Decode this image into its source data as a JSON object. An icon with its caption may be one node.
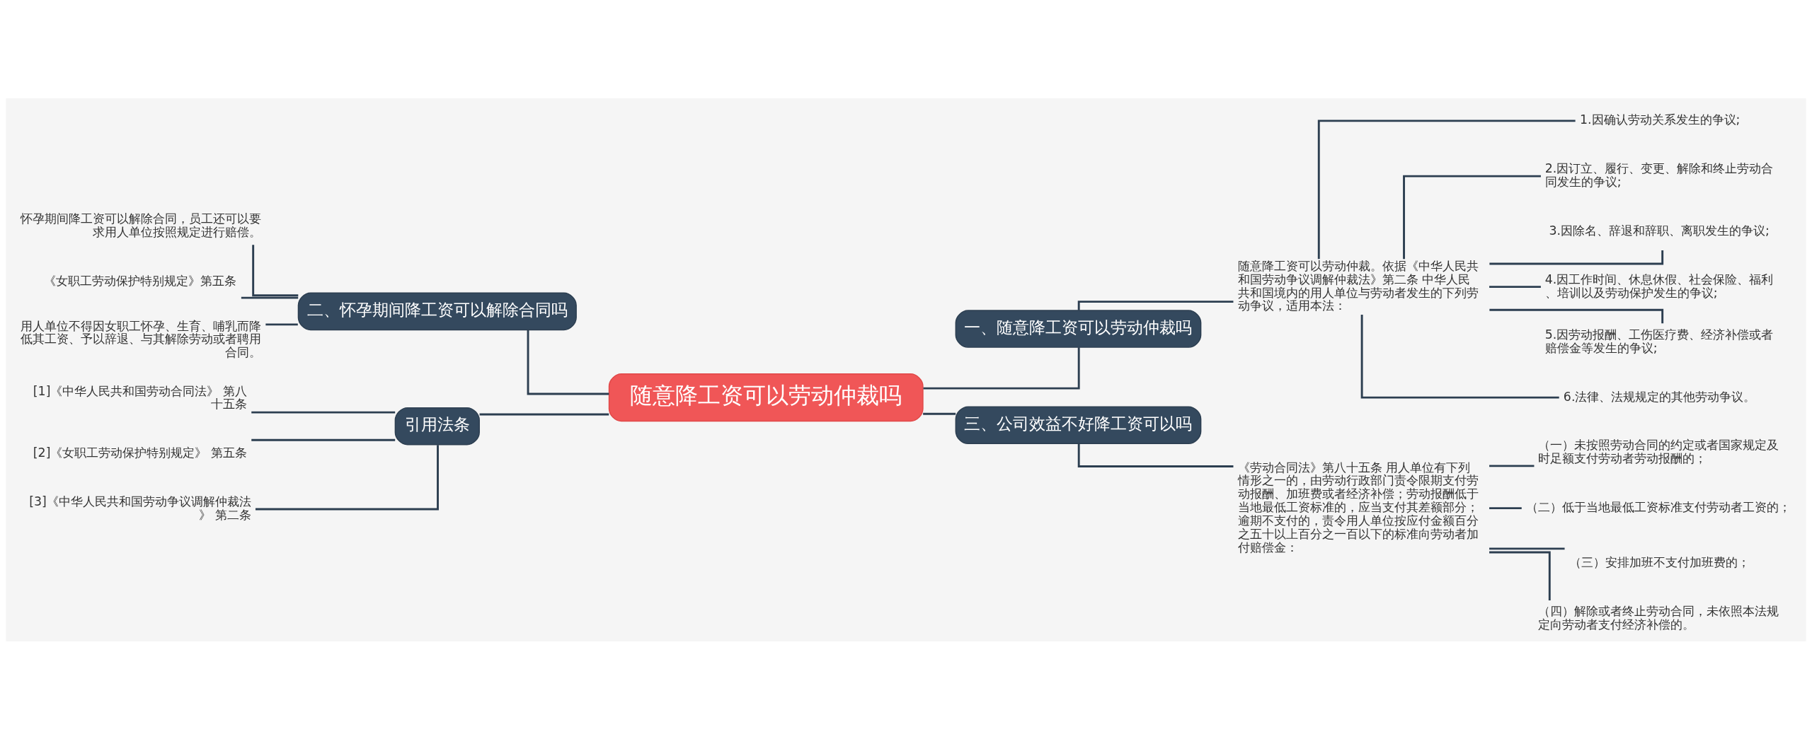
{
  "diagram": {
    "nodes": [
      {
        "text": [
          "随意降工资可以劳动仲裁吗"
        ]
      },
      {
        "text": [
          "二、怀孕期间降工资可以解除合同吗"
        ]
      },
      {
        "text": [
          "怀孕期间降工资可以解除合同，员工还可以要求用人单位按照规定进行赔偿。"
        ]
      },
      {
        "text": [
          "《女职工劳动保护特别规定》第五条"
        ]
      },
      {
        "text": [
          "用人单位不得因女职工怀孕、生育、哺乳而降低其工资、予以辞退、与其解除劳动或者聘用合同。"
        ]
      },
      {
        "text": [
          "引用法条"
        ]
      },
      {
        "text": [
          "[1]《中华人民共和国劳动合同法》 第八十五条"
        ]
      },
      {
        "text": [
          "[2]《女职工劳动保护特别规定》 第五条"
        ]
      },
      {
        "text": [
          "[3]《中华人民共和国劳动争议调解仲裁法》 第二条"
        ]
      },
      {
        "text": [
          "一、随意降工资可以劳动仲裁吗"
        ]
      },
      {
        "text": [
          "随意降工资可以劳动仲裁。依据《中华人民共和国劳动争议调解仲裁法》第二条 中华人民共和国境内的用人单位与劳动者发生的下列劳动争议，适用本法："
        ]
      },
      {
        "text": [
          "1.因确认劳动关系发生的争议;"
        ]
      },
      {
        "text": [
          "2.因订立、履行、变更、解除和终止劳动合同发生的争议;"
        ]
      },
      {
        "text": [
          "3.因除名、辞退和辞职、离职发生的争议;"
        ]
      },
      {
        "text": [
          "4.因工作时间、休息休假、社会保险、福利、培训以及劳动保护发生的争议;"
        ]
      },
      {
        "text": [
          "5.因劳动报酬、工伤医疗费、经济补偿或者赔偿金等发生的争议;"
        ]
      },
      {
        "text": [
          "6.法律、法规规定的其他劳动争议。"
        ]
      },
      {
        "text": [
          "三、公司效益不好降工资可以吗"
        ]
      },
      {
        "text": [
          "《劳动合同法》第八十五条 用人单位有下列情形之一的，由劳动行政部门责令限期支付劳动报酬、加班费或者经济补偿；劳动报酬低于当地最低工资标准的，应当支付其差额部分；逾期不支付的，责令用人单位按应付金额百分之五十以上百分之一百以下的标准向劳动者加付赔偿金："
        ]
      },
      {
        "text": [
          "（一）未按照劳动合同的约定或者国家规定及时足额支付劳动者劳动报酬的；"
        ]
      },
      {
        "text": [
          "（二）低于当地最低工资标准支付劳动者工资的；"
        ]
      },
      {
        "text": [
          "（三）安排加班不支付加班费的；"
        ]
      },
      {
        "text": [
          "（四）解除或者终止劳动合同，未依照本法规定向劳动者支付经济补偿的。"
        ]
      }
    ],
    "edges": [
      {
        "from": 0,
        "to": 1,
        "arrow": "none"
      },
      {
        "from": 1,
        "to": 2,
        "arrow": "none"
      },
      {
        "from": 1,
        "to": 3,
        "arrow": "none"
      },
      {
        "from": 1,
        "to": 4,
        "arrow": "none"
      },
      {
        "from": 0,
        "to": 5,
        "arrow": "none"
      },
      {
        "from": 5,
        "to": 6,
        "arrow": "none"
      },
      {
        "from": 5,
        "to": 7,
        "arrow": "none"
      },
      {
        "from": 5,
        "to": 8,
        "arrow": "none"
      },
      {
        "from": 0,
        "to": 9,
        "arrow": "none"
      },
      {
        "from": 9,
        "to": 10,
        "arrow": "none"
      },
      {
        "from": 10,
        "to": 11,
        "arrow": "none"
      },
      {
        "from": 10,
        "to": 12,
        "arrow": "none"
      },
      {
        "from": 10,
        "to": 13,
        "arrow": "none"
      },
      {
        "from": 10,
        "to": 14,
        "arrow": "none"
      },
      {
        "from": 10,
        "to": 15,
        "arrow": "none"
      },
      {
        "from": 10,
        "to": 16,
        "arrow": "none"
      },
      {
        "from": 0,
        "to": 17,
        "arrow": "none"
      },
      {
        "from": 17,
        "to": 18,
        "arrow": "none"
      },
      {
        "from": 18,
        "to": 19,
        "arrow": "none"
      },
      {
        "from": 18,
        "to": 20,
        "arrow": "none"
      },
      {
        "from": 18,
        "to": 21,
        "arrow": "none"
      },
      {
        "from": 18,
        "to": 22,
        "arrow": "none"
      }
    ]
  }
}
